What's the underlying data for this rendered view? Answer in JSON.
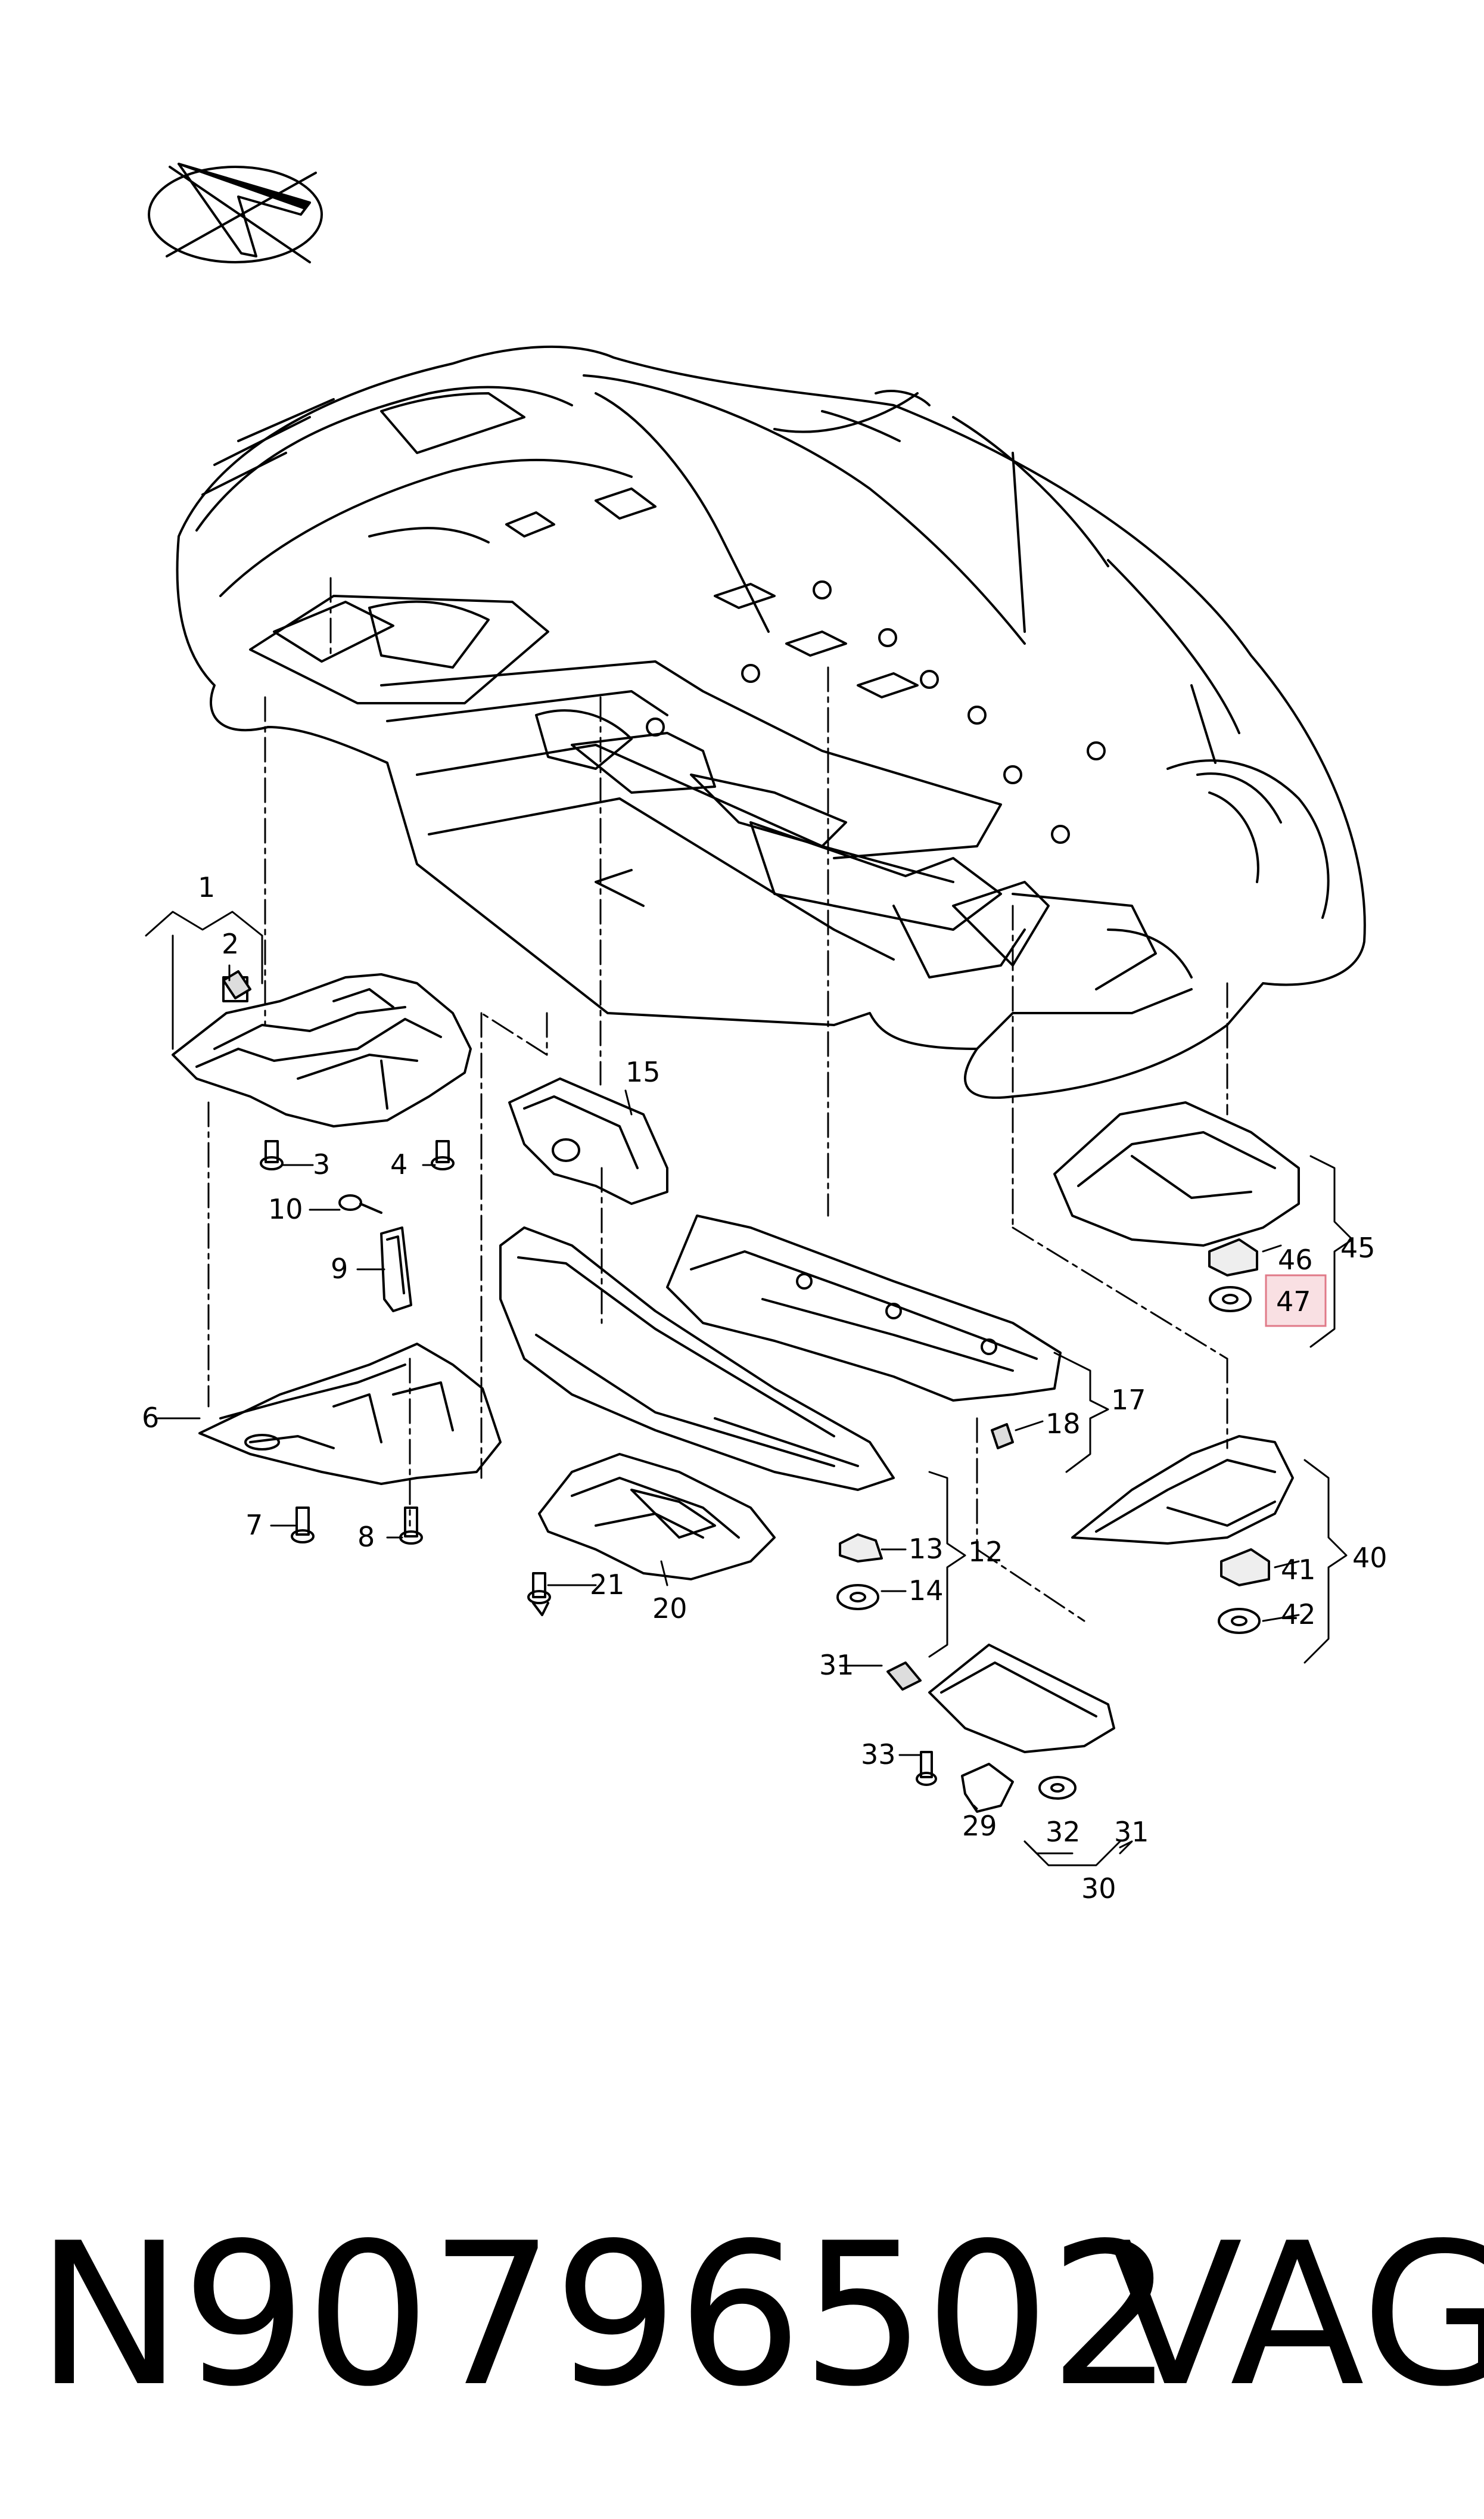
{
  "labels": {
    "l1": "1",
    "l2": "2",
    "l3": "3",
    "l4": "4",
    "l6": "6",
    "l7": "7",
    "l8": "8",
    "l9": "9",
    "l10": "10",
    "l12": "12",
    "l13": "13",
    "l14": "14",
    "l15": "15",
    "l17": "17",
    "l18": "18",
    "l20": "20",
    "l21": "21",
    "l29": "29",
    "l30": "30",
    "l31a": "31",
    "l31b": "31",
    "l32": "32",
    "l33": "33",
    "l40": "40",
    "l41": "41",
    "l42": "42",
    "l45": "45",
    "l46": "46",
    "l47": "47"
  },
  "highlight": {
    "label": "47",
    "color": "#f4c6cc",
    "border": "#e07a88"
  },
  "footer": {
    "part_number": "N90796502",
    "brand": "VAG"
  }
}
